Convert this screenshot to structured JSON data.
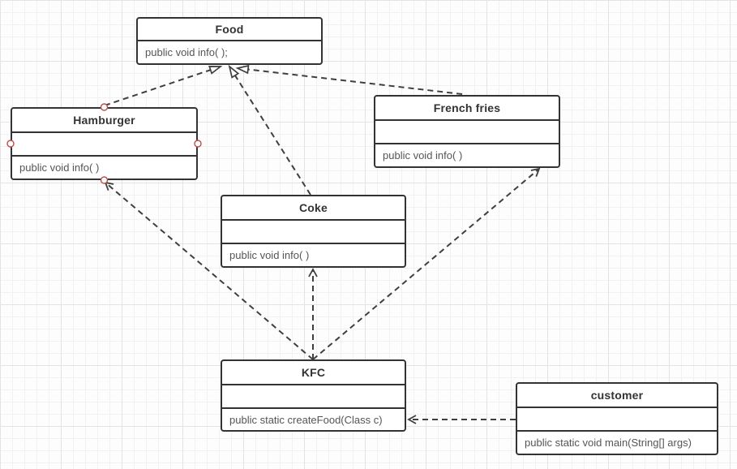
{
  "diagram": {
    "kind": "uml-class-diagram",
    "grid": "on"
  },
  "colors": {
    "box_border": "#333333",
    "box_background": "#ffffff",
    "title_text": "#333333",
    "method_text": "#555555",
    "arrow": "#3f3f3f",
    "connection_point_stroke": "#bf4c47",
    "connection_point_fill": "#ffffff",
    "grid_minor": "#f1f1f1",
    "grid_major": "#e3e3e3",
    "canvas_background": "#fdfdfd"
  },
  "classes": {
    "food": {
      "title": "Food",
      "methods": "public void info( );"
    },
    "hamburger": {
      "title": "Hamburger",
      "fields": "",
      "methods": "public void info( )"
    },
    "french_fries": {
      "title": "French fries",
      "fields": "",
      "methods": "public void info( )"
    },
    "coke": {
      "title": "Coke",
      "fields": "",
      "methods": "public void info( )"
    },
    "kfc": {
      "title": "KFC",
      "fields": "",
      "methods": "public static createFood(Class c)"
    },
    "customer": {
      "title": "customer",
      "fields": "",
      "methods": "public static void main(String[] args)"
    }
  },
  "relationships": [
    {
      "from": "Hamburger",
      "to": "Food",
      "type": "realization",
      "line": "dashed",
      "arrowhead": "hollow-triangle"
    },
    {
      "from": "Coke",
      "to": "Food",
      "type": "realization",
      "line": "dashed",
      "arrowhead": "hollow-triangle"
    },
    {
      "from": "French fries",
      "to": "Food",
      "type": "realization",
      "line": "dashed",
      "arrowhead": "hollow-triangle"
    },
    {
      "from": "KFC",
      "to": "Hamburger",
      "type": "dependency",
      "line": "dashed",
      "arrowhead": "open-vee"
    },
    {
      "from": "KFC",
      "to": "Coke",
      "type": "dependency",
      "line": "dashed",
      "arrowhead": "open-vee"
    },
    {
      "from": "KFC",
      "to": "French fries",
      "type": "dependency",
      "line": "dashed",
      "arrowhead": "open-vee"
    },
    {
      "from": "customer",
      "to": "KFC",
      "type": "dependency",
      "line": "dashed",
      "arrowhead": "open-vee"
    }
  ],
  "selection": {
    "selected_class": "Hamburger",
    "connection_points": [
      "top",
      "left",
      "right",
      "bottom"
    ]
  }
}
